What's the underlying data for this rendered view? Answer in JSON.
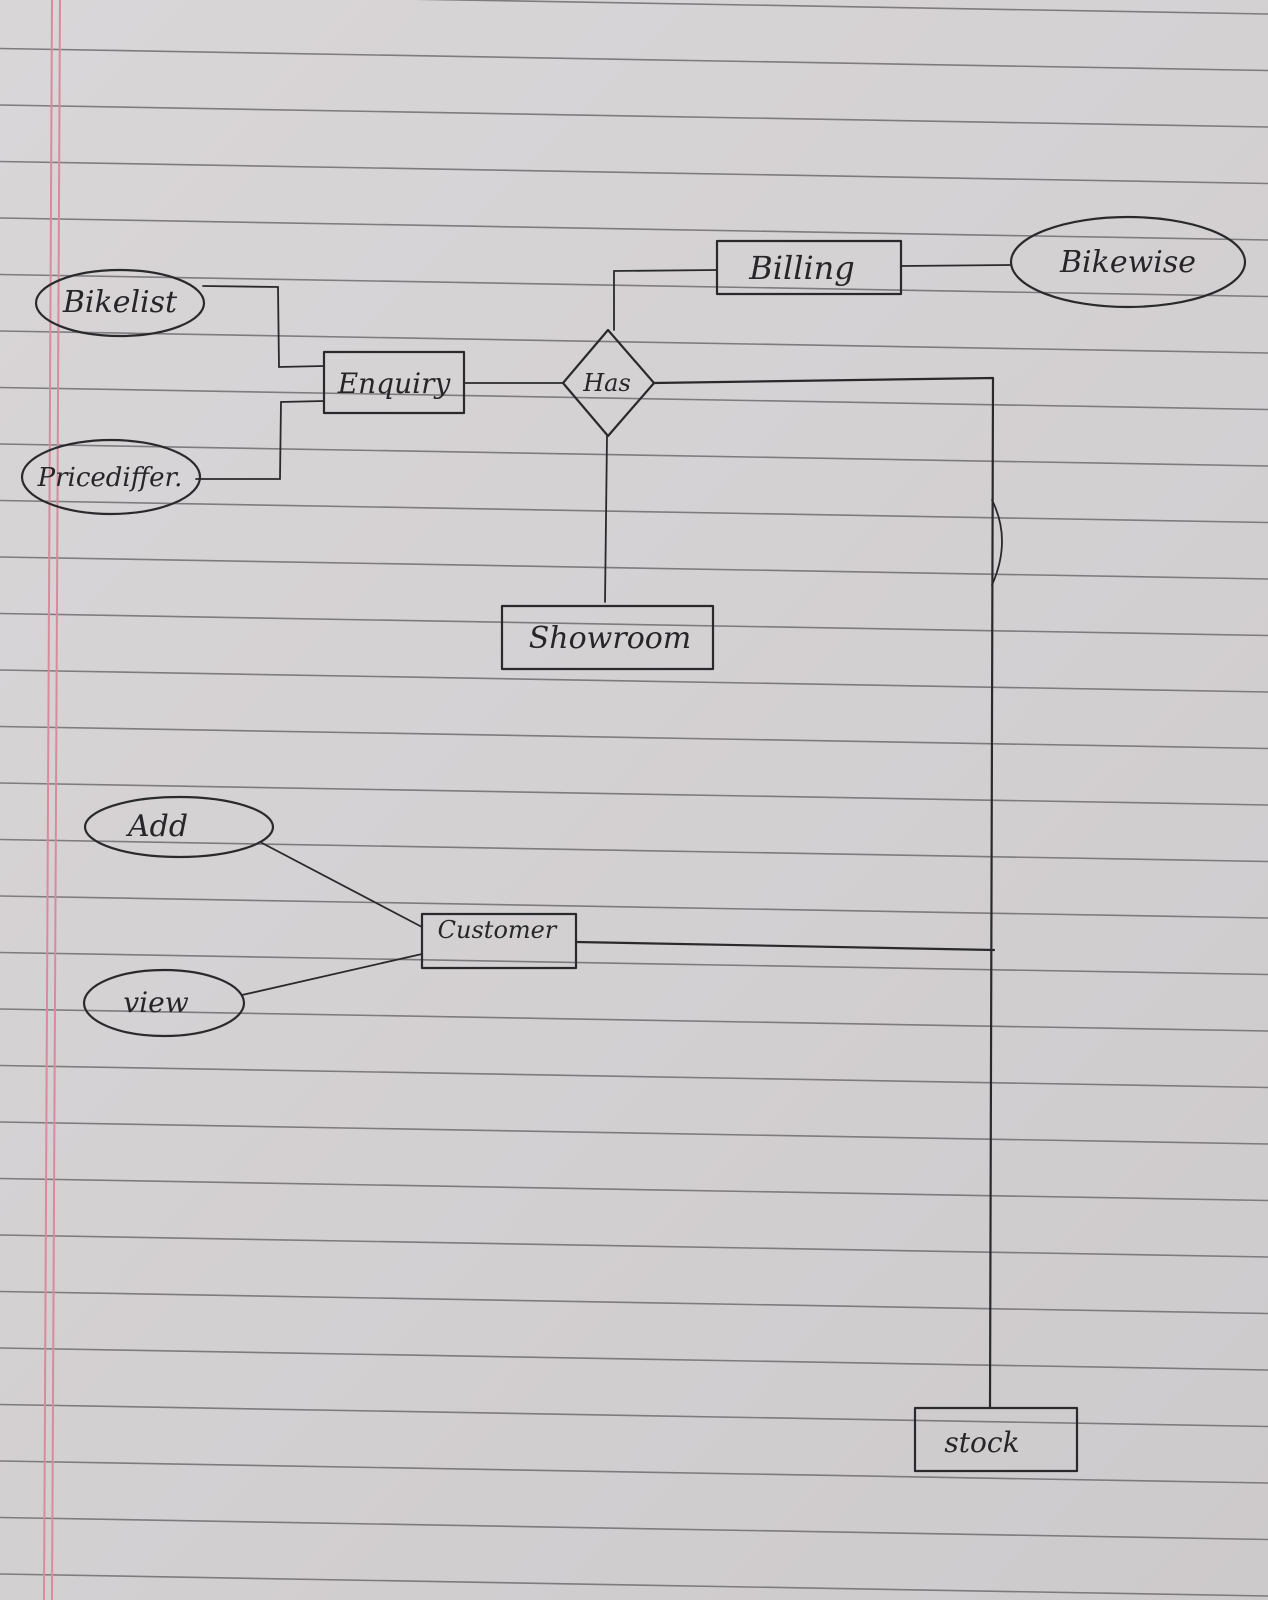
{
  "diagram": {
    "type": "entity-relationship (hand-drawn)",
    "entities": {
      "enquiry": "Enquiry",
      "billing": "Billing",
      "showroom": "Showroom",
      "customer": "Customer",
      "stock": "stock"
    },
    "relationships": {
      "has": "Has"
    },
    "attributes": {
      "bikelist": "Bikelist",
      "pricediffer": "Pricediffer.",
      "bikewise": "Bikewise",
      "add": "Add",
      "view": "view"
    }
  },
  "colors": {
    "paper": "#d6d3d4",
    "rule_lines": "#6f6d70",
    "margin_line": "#d98a9c",
    "ink": "#2a2a2c"
  }
}
